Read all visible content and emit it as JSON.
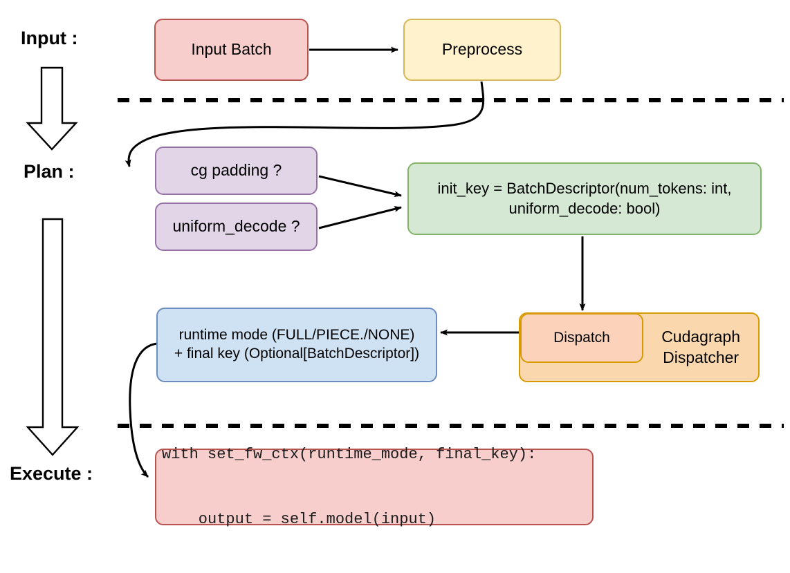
{
  "diagram": {
    "title": "vLLM cudagraph dispatch pipeline",
    "background_color": "#ffffff",
    "stages": [
      {
        "id": "input",
        "label": "Input :"
      },
      {
        "id": "plan",
        "label": "Plan :"
      },
      {
        "id": "execute",
        "label": "Execute :"
      }
    ],
    "nodes": [
      {
        "id": "input-batch",
        "label": "Input Batch",
        "fill": "#f8cecc",
        "stroke": "#b85450"
      },
      {
        "id": "preprocess",
        "label": "Preprocess",
        "fill": "#fff2cc",
        "stroke": "#d6b656"
      },
      {
        "id": "cg-padding",
        "label": "cg padding ?",
        "fill": "#e1d5e7",
        "stroke": "#9673a6"
      },
      {
        "id": "uniform-decode",
        "label": "uniform_decode ?",
        "fill": "#e1d5e7",
        "stroke": "#9673a6"
      },
      {
        "id": "init-key",
        "line1": "init_key = BatchDescriptor(num_tokens: int,",
        "line2": "uniform_decode: bool)",
        "fill": "#d5e8d4",
        "stroke": "#82b366"
      },
      {
        "id": "cudagraph-dispatcher",
        "line1": "Cudagraph",
        "line2": "Dispatcher",
        "fill": "#fad7ac",
        "stroke": "#d79b00"
      },
      {
        "id": "dispatch",
        "label": "Dispatch",
        "fill": "#fcd2bb",
        "stroke": "#d79b00"
      },
      {
        "id": "runtime-mode",
        "line1": "runtime mode (FULL/PIECE./NONE)",
        "line2": "+ final key (Optional[BatchDescriptor])",
        "fill": "#cfe2f3",
        "stroke": "#6c8ebf"
      },
      {
        "id": "code",
        "line1": "with set_fw_ctx(runtime_mode, final_key):",
        "line2": "    output = self.model(input)",
        "fill": "#f8cecc",
        "stroke": "#b85450"
      }
    ],
    "connectors": [
      {
        "id": "input-batch-to-preprocess",
        "from": "input-batch",
        "to": "preprocess",
        "style": "straight-arrow"
      },
      {
        "id": "preprocess-to-cg-padding",
        "from": "preprocess",
        "to": "cg-padding",
        "style": "curved-arrow"
      },
      {
        "id": "cg-padding-to-init-key",
        "from": "cg-padding",
        "to": "init-key",
        "style": "straight-arrow"
      },
      {
        "id": "uniform-decode-to-init-key",
        "from": "uniform-decode",
        "to": "init-key",
        "style": "straight-arrow"
      },
      {
        "id": "init-key-to-dispatch",
        "from": "init-key",
        "to": "cudagraph-dispatcher",
        "style": "straight-arrow"
      },
      {
        "id": "dispatch-to-runtime-mode",
        "from": "dispatch",
        "to": "runtime-mode",
        "style": "straight-arrow"
      },
      {
        "id": "runtime-mode-to-code",
        "from": "runtime-mode",
        "to": "code",
        "style": "curved-arrow"
      }
    ],
    "dividers": [
      {
        "id": "divider-input-plan",
        "style": "dashed"
      },
      {
        "id": "divider-plan-execute",
        "style": "dashed"
      }
    ],
    "stage_arrows": [
      {
        "id": "stage-arrow-input-to-plan"
      },
      {
        "id": "stage-arrow-plan-to-execute"
      }
    ]
  }
}
